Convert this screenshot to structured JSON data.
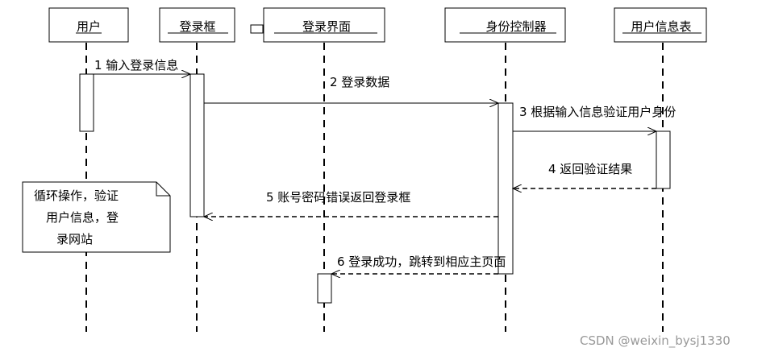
{
  "participants": [
    {
      "id": "user",
      "label": "用户"
    },
    {
      "id": "login_box",
      "label": "登录框"
    },
    {
      "id": "login_ui",
      "label": "登录界面"
    },
    {
      "id": "auth_controller",
      "label": "身份控制器"
    },
    {
      "id": "user_table",
      "label": "用户信息表"
    }
  ],
  "messages": [
    {
      "num": "1",
      "text": "输入登录信息",
      "full": "1  输入登录信息"
    },
    {
      "num": "2",
      "text": "登录数据",
      "full": "2  登录数据"
    },
    {
      "num": "3",
      "text": "根据输入信息验证用户身份",
      "full": "3  根据输入信息验证用户身份"
    },
    {
      "num": "4",
      "text": "返回验证结果",
      "full": "4  返回验证结果"
    },
    {
      "num": "5",
      "text": "账号密码错误返回登录框",
      "full": "5  账号密码错误返回登录框"
    },
    {
      "num": "6",
      "text": "登录成功，跳转到相应主页面",
      "full": "6  登录成功，跳转到相应主页面"
    }
  ],
  "note": {
    "lines": [
      "循环操作，验证",
      "用户信息，登",
      "录网站"
    ]
  },
  "watermark": "CSDN @weixin_bysj1330"
}
